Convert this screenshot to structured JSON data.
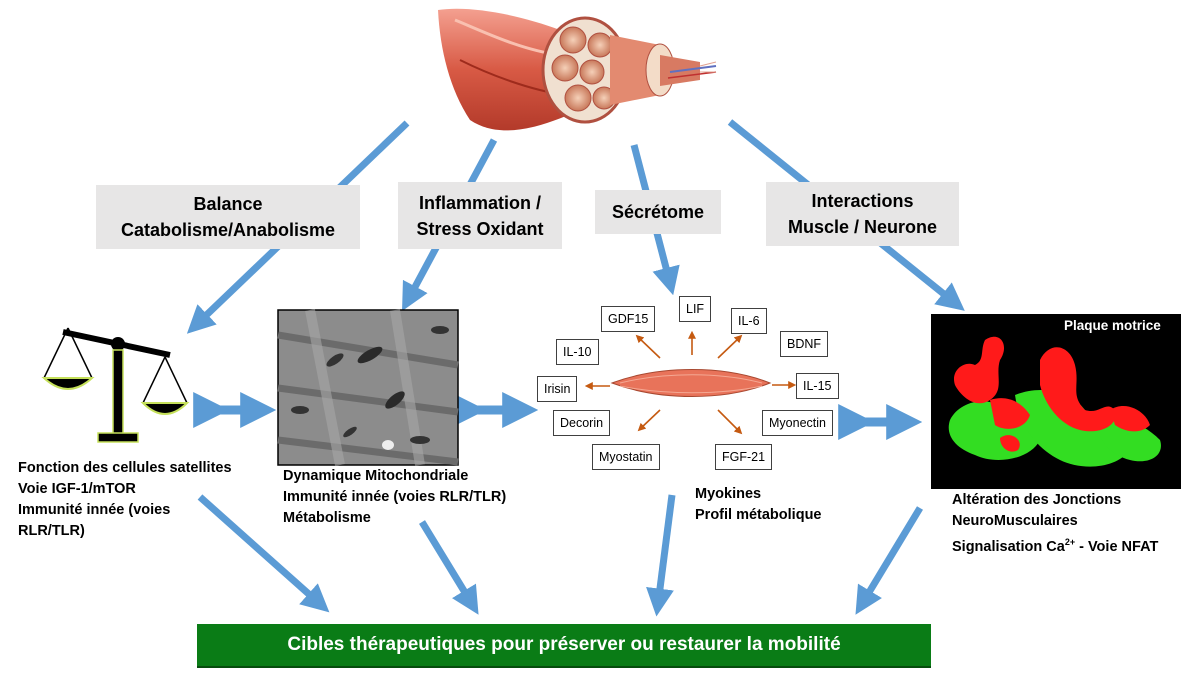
{
  "themes": {
    "balance": [
      "Balance",
      "Catabolisme/Anabolisme"
    ],
    "inflammation": [
      "Inflammation /",
      "Stress Oxidant"
    ],
    "secretome": "Sécrétome",
    "interactions": [
      "Interactions",
      "Muscle / Neurone"
    ]
  },
  "panels": {
    "balance_text": [
      "Fonction des cellules satellites",
      "Voie IGF-1/mTOR",
      "Immunité innée (voies",
      "RLR/TLR)"
    ],
    "mito_text": [
      "Dynamique Mitochondriale",
      "Immunité innée (voies RLR/TLR)",
      "Métabolisme"
    ],
    "myokines_text": [
      "Myokines",
      "Profil métabolique"
    ],
    "nmj_label": "Plaque motrice",
    "nmj_text": [
      "Altération des Jonctions",
      "NeuroMusculaires"
    ],
    "nmj_signal": {
      "prefix": "Signalisation Ca",
      "sup": "2+",
      "suffix": " - Voie NFAT"
    }
  },
  "myokines": {
    "gdf15": "GDF15",
    "lif": "LIF",
    "il6": "IL-6",
    "il10": "IL-10",
    "bdnf": "BDNF",
    "irisin": "Irisin",
    "il15": "IL-15",
    "decorin": "Decorin",
    "myonectin": "Myonectin",
    "myostatin": "Myostatin",
    "fgf21": "FGF-21"
  },
  "banner": "Cibles thérapeutiques pour préserver ou restaurer la mobilité",
  "colors": {
    "arrow": "#5b9bd5",
    "banner": "#0a7c16",
    "myokine_arrow": "#c55a11",
    "muscle": "#e07058",
    "nmj_red": "#ff1a1a",
    "nmj_green": "#33dd22"
  }
}
